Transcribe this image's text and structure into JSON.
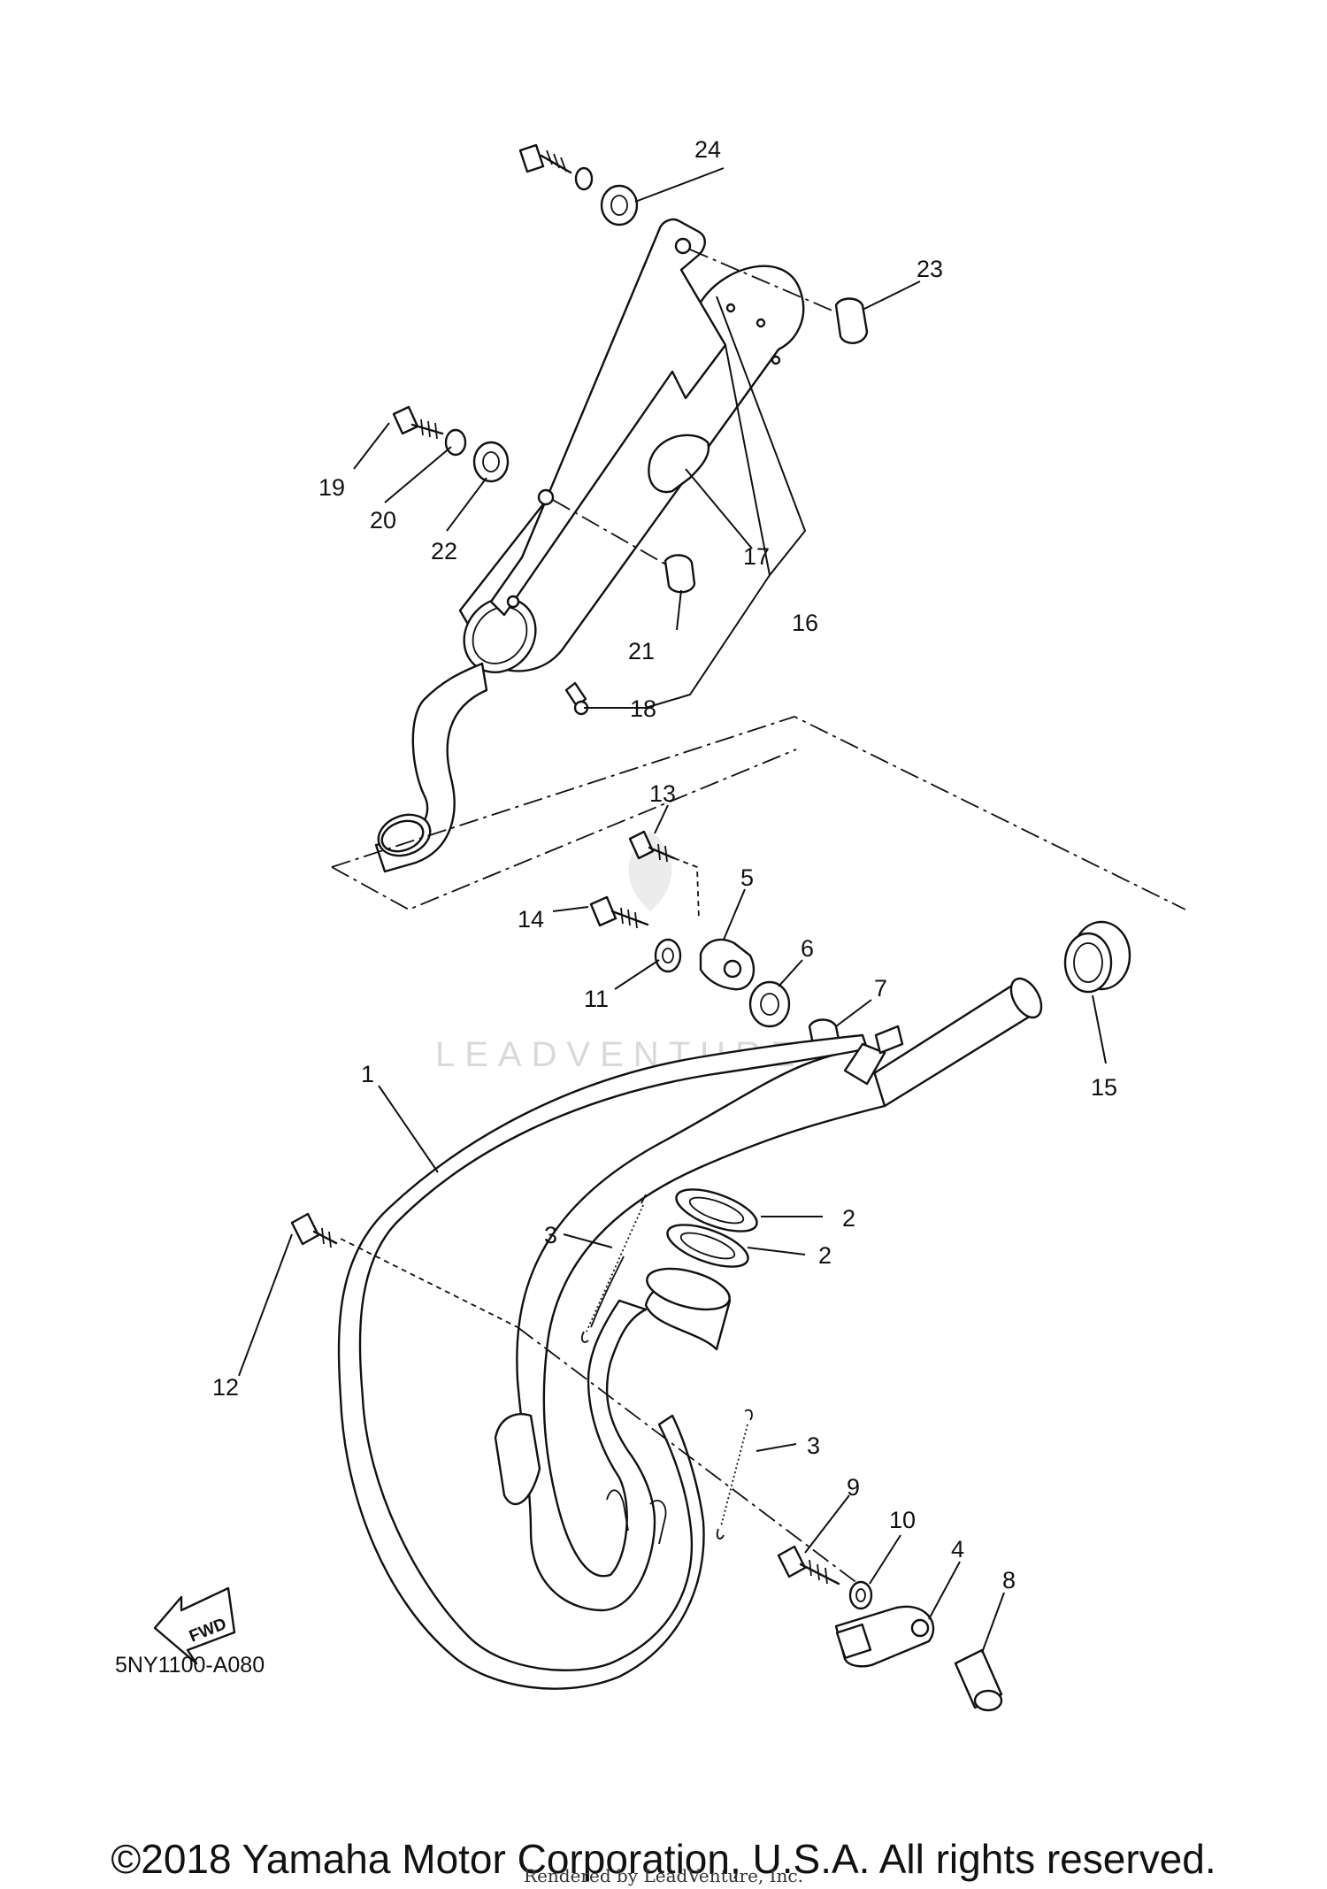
{
  "diagram": {
    "part_code": "5NY1100-A080",
    "fwd_label": "FWD",
    "watermark": "LEADVENTURE",
    "callouts": [
      {
        "id": "c1",
        "label": "1"
      },
      {
        "id": "c2a",
        "label": "2"
      },
      {
        "id": "c2b",
        "label": "2"
      },
      {
        "id": "c3a",
        "label": "3"
      },
      {
        "id": "c3b",
        "label": "3"
      },
      {
        "id": "c4",
        "label": "4"
      },
      {
        "id": "c5",
        "label": "5"
      },
      {
        "id": "c6",
        "label": "6"
      },
      {
        "id": "c7",
        "label": "7"
      },
      {
        "id": "c8",
        "label": "8"
      },
      {
        "id": "c9",
        "label": "9"
      },
      {
        "id": "c10",
        "label": "10"
      },
      {
        "id": "c11",
        "label": "11"
      },
      {
        "id": "c12",
        "label": "12"
      },
      {
        "id": "c13",
        "label": "13"
      },
      {
        "id": "c14",
        "label": "14"
      },
      {
        "id": "c15",
        "label": "15"
      },
      {
        "id": "c16",
        "label": "16"
      },
      {
        "id": "c17",
        "label": "17"
      },
      {
        "id": "c18",
        "label": "18"
      },
      {
        "id": "c19",
        "label": "19"
      },
      {
        "id": "c20",
        "label": "20"
      },
      {
        "id": "c21",
        "label": "21"
      },
      {
        "id": "c22",
        "label": "22"
      },
      {
        "id": "c23",
        "label": "23"
      },
      {
        "id": "c24",
        "label": "24"
      }
    ]
  },
  "footer": {
    "copyright": "©2018 Yamaha Motor Corporation, U.S.A. All rights reserved.",
    "rendered_by": "Rendered by LeadVenture, Inc."
  }
}
